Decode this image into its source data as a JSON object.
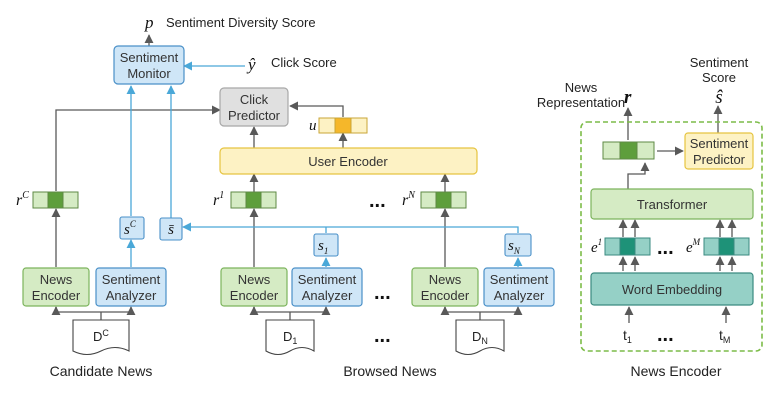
{
  "top": {
    "p_symbol": "p",
    "sentiment_diversity_label": "Sentiment Diversity Score",
    "y_hat_symbol": "ŷ",
    "click_score_label": "Click Score"
  },
  "modules": {
    "sentiment_monitor": [
      "Sentiment",
      "Monitor"
    ],
    "click_predictor": [
      "Click",
      "Predictor"
    ],
    "user_encoder": "User Encoder",
    "news_encoder": [
      "News",
      "Encoder"
    ],
    "sentiment_analyzer": [
      "Sentiment",
      "Analyzer"
    ],
    "transformer": "Transformer",
    "word_embedding": "Word Embedding",
    "sentiment_predictor": [
      "Sentiment",
      "Predictor"
    ]
  },
  "symbols": {
    "u": "u",
    "r_c": "r",
    "r_c_sup": "C",
    "s_c": "s",
    "s_c_sup": "C",
    "s_bar": "s̄",
    "r_1": "r",
    "r_1_sup": "1",
    "s_1": "s",
    "s_1_sub": "1",
    "r_n": "r",
    "r_n_sup": "N",
    "s_n": "s",
    "s_n_sub": "N",
    "r_out": "r",
    "s_hat": "ŝ",
    "e_1": "e",
    "e_1_sup": "1",
    "e_m": "e",
    "e_m_sup": "M",
    "t_1": "t",
    "t_1_sub": "1",
    "t_m": "t",
    "t_m_sub": "M"
  },
  "documents": {
    "d_c": "D",
    "d_c_sup": "C",
    "d_1": "D",
    "d_1_sub": "1",
    "d_n": "D",
    "d_n_sub": "N"
  },
  "labels": {
    "news_representation": [
      "News",
      "Representation"
    ],
    "sentiment_score": [
      "Sentiment",
      "Score"
    ],
    "ellipsis": "..."
  },
  "captions": {
    "candidate_news": "Candidate News",
    "browsed_news": "Browsed News",
    "news_encoder": "News Encoder"
  },
  "colors": {
    "green_fill": "#d5ebc4",
    "green_border": "#7cb45c",
    "green_dark": "#5e9e3c",
    "blue_fill": "#cfe6f7",
    "blue_border": "#4a90c8",
    "blue_arrow": "#4aa8d8",
    "yellow_fill": "#fdf2c4",
    "yellow_border": "#e6c440",
    "yellow_dark": "#f5b72a",
    "gray_fill": "#e0e0e0",
    "gray_border": "#a8a8a8",
    "teal_fill": "#95d0c6",
    "teal_dark": "#1e9278",
    "teal_border": "#3a8a80",
    "dashed_border": "#7cbc48",
    "arrow": "#595959"
  }
}
